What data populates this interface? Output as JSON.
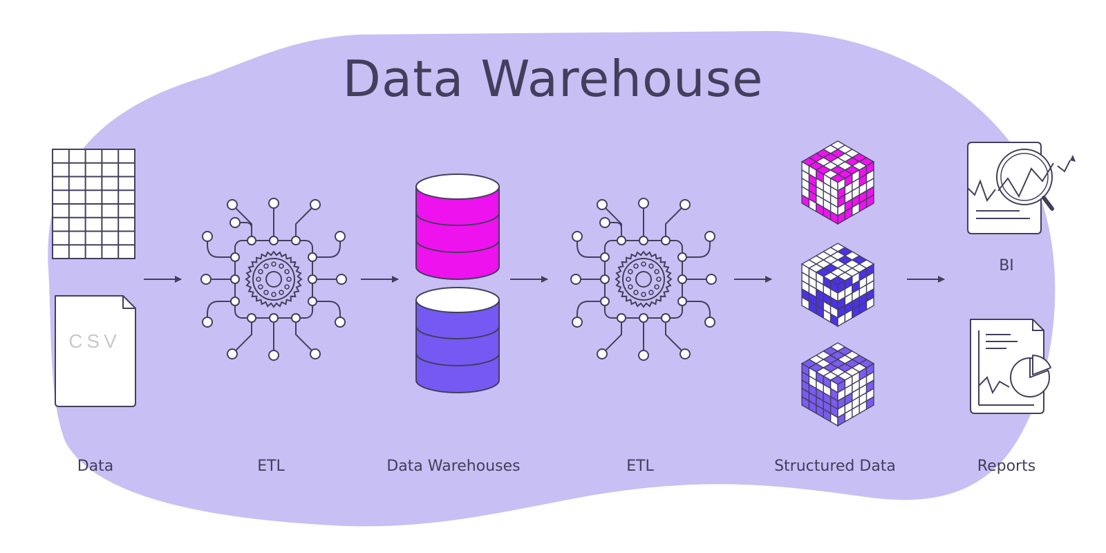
{
  "title": "Data Warehouse",
  "csv_label": "CSV",
  "stages": {
    "data": "Data",
    "etl_1": "ETL",
    "warehouses": "Data Warehouses",
    "etl_2": "ETL",
    "structured": "Structured Data",
    "bi": "BI",
    "reports": "Reports"
  },
  "colors": {
    "blob": "#c8bff4",
    "ink": "#433e5c",
    "magenta": "#ee12ee",
    "blue": "#4b32e6",
    "violet": "#7a5cf0"
  },
  "icons": [
    "grid-table-icon",
    "csv-file-icon",
    "circuit-chip-icon",
    "database-icon",
    "data-cube-icon",
    "bi-magnifier-chart-icon",
    "report-document-icon",
    "arrow-right-icon"
  ]
}
